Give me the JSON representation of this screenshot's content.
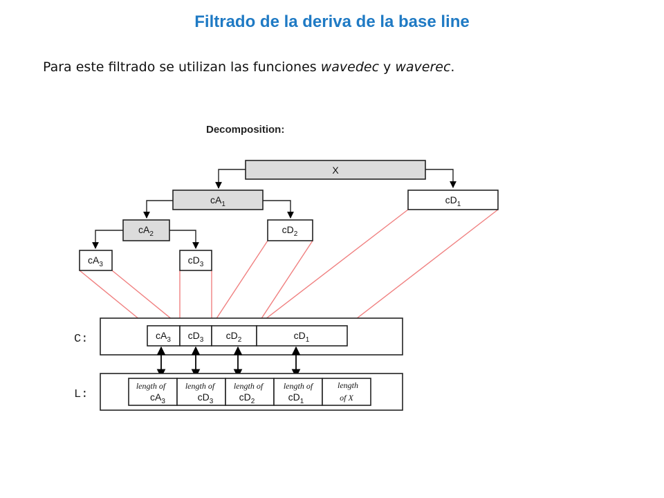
{
  "slide": {
    "title": "Filtrado de la deriva de la base line",
    "body_prefix": "Para este filtrado se utilizan las funciones ",
    "func1": "wavedec",
    "body_mid": " y ",
    "func2": "waverec",
    "body_suffix": "."
  },
  "diagram": {
    "heading": "Decomposition:",
    "nodes": {
      "x": "X",
      "ca1": {
        "base": "cA",
        "sub": "1"
      },
      "cd1": {
        "base": "cD",
        "sub": "1"
      },
      "ca2": {
        "base": "cA",
        "sub": "2"
      },
      "cd2": {
        "base": "cD",
        "sub": "2"
      },
      "ca3": {
        "base": "cA",
        "sub": "3"
      },
      "cd3": {
        "base": "cD",
        "sub": "3"
      }
    },
    "c_vector": {
      "label": "C:",
      "cells": [
        {
          "base": "cA",
          "sub": "3"
        },
        {
          "base": "cD",
          "sub": "3"
        },
        {
          "base": "cD",
          "sub": "2"
        },
        {
          "base": "cD",
          "sub": "1"
        }
      ]
    },
    "l_vector": {
      "label": "L:",
      "cells": [
        {
          "top": "length of",
          "base": "cA",
          "sub": "3"
        },
        {
          "top": "length of",
          "base": "cD",
          "sub": "3"
        },
        {
          "top": "length of",
          "base": "cD",
          "sub": "2"
        },
        {
          "top": "length of",
          "base": "cD",
          "sub": "1"
        },
        {
          "top": "length",
          "base": "of X",
          "sub": ""
        }
      ]
    }
  }
}
